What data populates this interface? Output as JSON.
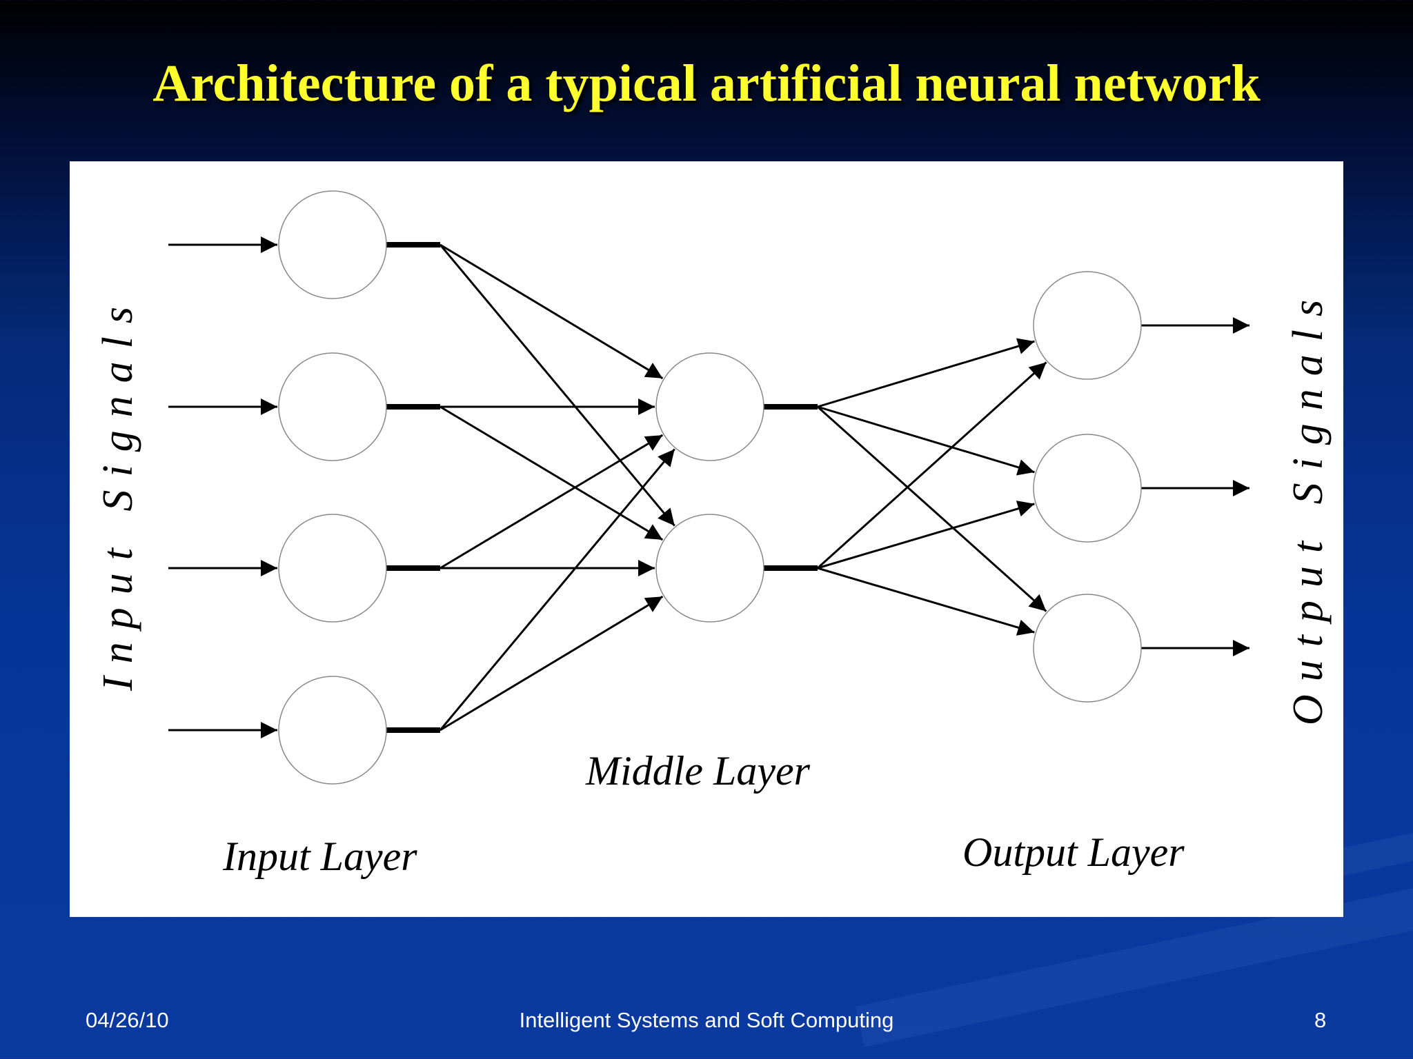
{
  "slide": {
    "title": "Architecture of a typical artificial neural network",
    "footer": {
      "date": "04/26/10",
      "course": "Intelligent Systems and Soft Computing",
      "page_number": "8"
    },
    "colors": {
      "title": "#ffff2e",
      "background": "#06359a",
      "panel": "#ffffff",
      "footer_text": "#ffffff"
    }
  },
  "diagram": {
    "input_signals_label": "Input Signals",
    "output_signals_label": "Output Signals",
    "input_layer_label": "Input Layer",
    "middle_layer_label": "Middle Layer",
    "output_layer_label": "Output Layer",
    "layers": [
      {
        "name": "input",
        "neurons": 4
      },
      {
        "name": "middle",
        "neurons": 2
      },
      {
        "name": "output",
        "neurons": 3
      }
    ],
    "connections": "fully connected between adjacent layers"
  }
}
